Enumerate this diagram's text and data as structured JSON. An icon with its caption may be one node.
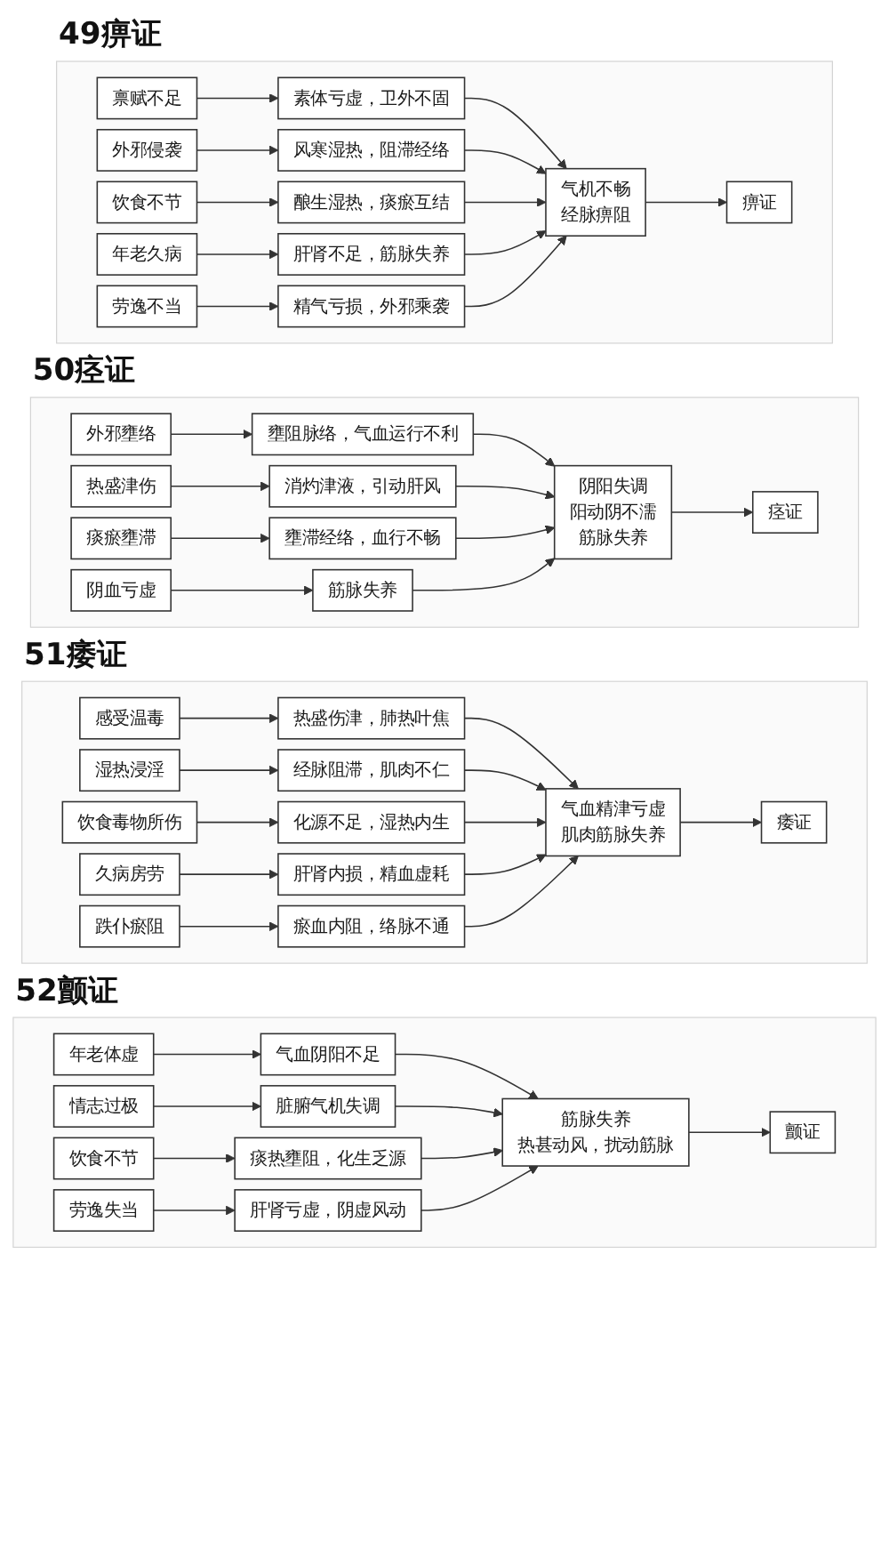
{
  "diagram": {
    "nodes": [
      {
        "text": [
          "49痹证"
        ]
      },
      {
        "text": [
          "禀赋不足"
        ],
        "in": 0
      },
      {
        "text": [
          "素体亏虚，卫外不固"
        ],
        "in": 0
      },
      {
        "text": [
          "外邪侵袭"
        ],
        "in": 0
      },
      {
        "text": [
          "风寒湿热，阻滞经络"
        ],
        "in": 0
      },
      {
        "text": [
          "饮食不节"
        ],
        "in": 0
      },
      {
        "text": [
          "酿生湿热，痰瘀互结"
        ],
        "in": 0
      },
      {
        "text": [
          "年老久病"
        ],
        "in": 0
      },
      {
        "text": [
          "肝肾不足，筋脉失养"
        ],
        "in": 0
      },
      {
        "text": [
          "劳逸不当"
        ],
        "in": 0
      },
      {
        "text": [
          "精气亏损，外邪乘袭"
        ],
        "in": 0
      },
      {
        "text": [
          "气机不畅",
          "经脉痹阻"
        ],
        "in": 0
      },
      {
        "text": [
          "痹证"
        ],
        "in": 0
      },
      {
        "text": [
          "50痉证"
        ]
      },
      {
        "text": [
          "外邪壅络"
        ],
        "in": 13
      },
      {
        "text": [
          "壅阻脉络，气血运行不利"
        ],
        "in": 13
      },
      {
        "text": [
          "热盛津伤"
        ],
        "in": 13
      },
      {
        "text": [
          "消灼津液，引动肝风"
        ],
        "in": 13
      },
      {
        "text": [
          "痰瘀壅滞"
        ],
        "in": 13
      },
      {
        "text": [
          "壅滞经络，血行不畅"
        ],
        "in": 13
      },
      {
        "text": [
          "阴血亏虚"
        ],
        "in": 13
      },
      {
        "text": [
          "筋脉失养"
        ],
        "in": 13
      },
      {
        "text": [
          "阴阳失调",
          "阳动阴不濡",
          "筋脉失养"
        ],
        "in": 13
      },
      {
        "text": [
          "痉证"
        ],
        "in": 13
      },
      {
        "text": [
          "51痿证"
        ]
      },
      {
        "text": [
          "感受温毒"
        ],
        "in": 24
      },
      {
        "text": [
          "热盛伤津，肺热叶焦"
        ],
        "in": 24
      },
      {
        "text": [
          "湿热浸淫"
        ],
        "in": 24
      },
      {
        "text": [
          "经脉阻滞，肌肉不仁"
        ],
        "in": 24
      },
      {
        "text": [
          "饮食毒物所伤"
        ],
        "in": 24
      },
      {
        "text": [
          "化源不足，湿热内生"
        ],
        "in": 24
      },
      {
        "text": [
          "久病房劳"
        ],
        "in": 24
      },
      {
        "text": [
          "肝肾内损，精血虚耗"
        ],
        "in": 24
      },
      {
        "text": [
          "跌仆瘀阻"
        ],
        "in": 24
      },
      {
        "text": [
          "瘀血内阻，络脉不通"
        ],
        "in": 24
      },
      {
        "text": [
          "气血精津亏虚",
          "肌肉筋脉失养"
        ],
        "in": 24
      },
      {
        "text": [
          "痿证"
        ],
        "in": 24
      },
      {
        "text": [
          "52颤证"
        ]
      },
      {
        "text": [
          "年老体虚"
        ],
        "in": 37
      },
      {
        "text": [
          "气血阴阳不足"
        ],
        "in": 37
      },
      {
        "text": [
          "情志过极"
        ],
        "in": 37
      },
      {
        "text": [
          "脏腑气机失调"
        ],
        "in": 37
      },
      {
        "text": [
          "饮食不节"
        ],
        "in": 37
      },
      {
        "text": [
          "痰热壅阻，化生乏源"
        ],
        "in": 37
      },
      {
        "text": [
          "劳逸失当"
        ],
        "in": 37
      },
      {
        "text": [
          "肝肾亏虚，阴虚风动"
        ],
        "in": 37
      },
      {
        "text": [
          "筋脉失养",
          "热甚动风，扰动筋脉"
        ],
        "in": 37
      },
      {
        "text": [
          "颤证"
        ],
        "in": 37
      }
    ],
    "edges": [
      {
        "from": 1,
        "to": 2,
        "arrow": "to"
      },
      {
        "from": 3,
        "to": 4,
        "arrow": "to"
      },
      {
        "from": 5,
        "to": 6,
        "arrow": "to"
      },
      {
        "from": 7,
        "to": 8,
        "arrow": "to"
      },
      {
        "from": 9,
        "to": 10,
        "arrow": "to"
      },
      {
        "from": 2,
        "to": 11,
        "arrow": "to"
      },
      {
        "from": 4,
        "to": 11,
        "arrow": "to"
      },
      {
        "from": 6,
        "to": 11,
        "arrow": "to"
      },
      {
        "from": 8,
        "to": 11,
        "arrow": "to"
      },
      {
        "from": 10,
        "to": 11,
        "arrow": "to"
      },
      {
        "from": 11,
        "to": 12,
        "arrow": "to"
      },
      {
        "from": 14,
        "to": 15,
        "arrow": "to"
      },
      {
        "from": 16,
        "to": 17,
        "arrow": "to"
      },
      {
        "from": 18,
        "to": 19,
        "arrow": "to"
      },
      {
        "from": 20,
        "to": 21,
        "arrow": "to"
      },
      {
        "from": 15,
        "to": 22,
        "arrow": "to"
      },
      {
        "from": 17,
        "to": 22,
        "arrow": "to"
      },
      {
        "from": 19,
        "to": 22,
        "arrow": "to"
      },
      {
        "from": 21,
        "to": 22,
        "arrow": "to"
      },
      {
        "from": 22,
        "to": 23,
        "arrow": "to"
      },
      {
        "from": 25,
        "to": 26,
        "arrow": "to"
      },
      {
        "from": 27,
        "to": 28,
        "arrow": "to"
      },
      {
        "from": 29,
        "to": 30,
        "arrow": "to"
      },
      {
        "from": 31,
        "to": 32,
        "arrow": "to"
      },
      {
        "from": 33,
        "to": 34,
        "arrow": "to"
      },
      {
        "from": 26,
        "to": 35,
        "arrow": "to"
      },
      {
        "from": 28,
        "to": 35,
        "arrow": "to"
      },
      {
        "from": 30,
        "to": 35,
        "arrow": "to"
      },
      {
        "from": 32,
        "to": 35,
        "arrow": "to"
      },
      {
        "from": 34,
        "to": 35,
        "arrow": "to"
      },
      {
        "from": 35,
        "to": 36,
        "arrow": "to"
      },
      {
        "from": 38,
        "to": 39,
        "arrow": "to"
      },
      {
        "from": 40,
        "to": 41,
        "arrow": "to"
      },
      {
        "from": 42,
        "to": 43,
        "arrow": "to"
      },
      {
        "from": 44,
        "to": 45,
        "arrow": "to"
      },
      {
        "from": 39,
        "to": 46,
        "arrow": "to"
      },
      {
        "from": 41,
        "to": 46,
        "arrow": "to"
      },
      {
        "from": 43,
        "to": 46,
        "arrow": "to"
      },
      {
        "from": 45,
        "to": 46,
        "arrow": "to"
      },
      {
        "from": 46,
        "to": 47,
        "arrow": "to"
      }
    ]
  }
}
